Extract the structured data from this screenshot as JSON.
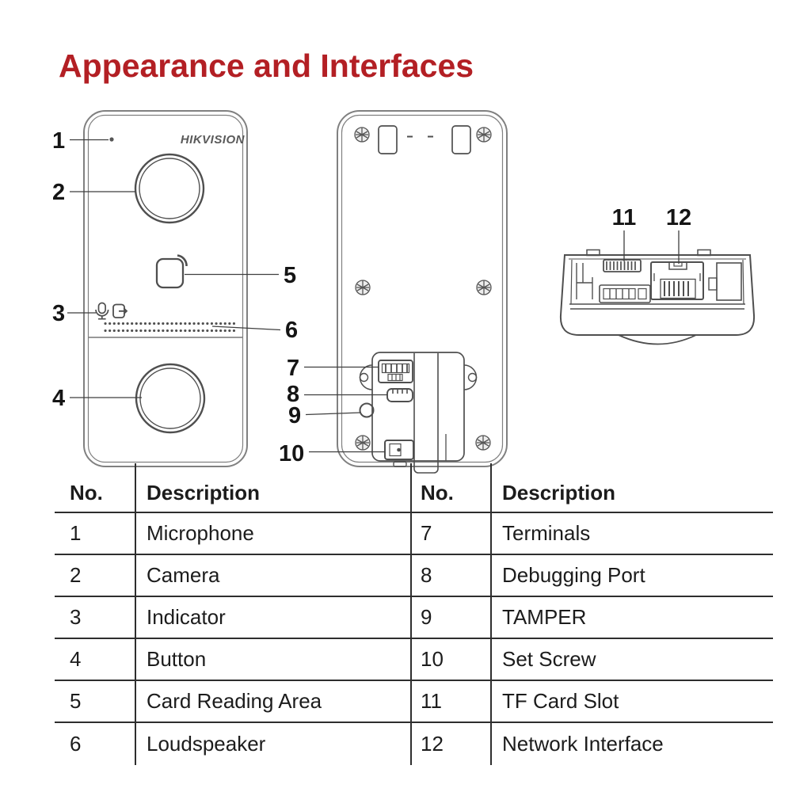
{
  "title": "Appearance and Interfaces",
  "device": {
    "brand": "HIKVISION"
  },
  "callouts": {
    "c1": "1",
    "c2": "2",
    "c3": "3",
    "c4": "4",
    "c5": "5",
    "c6": "6",
    "c7": "7",
    "c8": "8",
    "c9": "9",
    "c10": "10",
    "c11": "11",
    "c12": "12"
  },
  "legend_left": {
    "header_no": "No.",
    "header_desc": "Description",
    "rows": [
      [
        "1",
        "Microphone"
      ],
      [
        "2",
        "Camera"
      ],
      [
        "3",
        "Indicator"
      ],
      [
        "4",
        "Button"
      ],
      [
        "5",
        "Card Reading Area"
      ],
      [
        "6",
        "Loudspeaker"
      ]
    ]
  },
  "legend_right": {
    "header_no": "No.",
    "header_desc": "Description",
    "rows": [
      [
        "7",
        "Terminals"
      ],
      [
        "8",
        "Debugging Port"
      ],
      [
        "9",
        "TAMPER"
      ],
      [
        "10",
        "Set Screw"
      ],
      [
        "11",
        "TF Card Slot"
      ],
      [
        "12",
        "Network Interface"
      ]
    ]
  },
  "colors": {
    "title_red": "#b31f24",
    "drawing_line": "#4f4f4f",
    "case_border": "#808080",
    "table_line": "#2e2e2e",
    "text": "#1c1c1c"
  }
}
